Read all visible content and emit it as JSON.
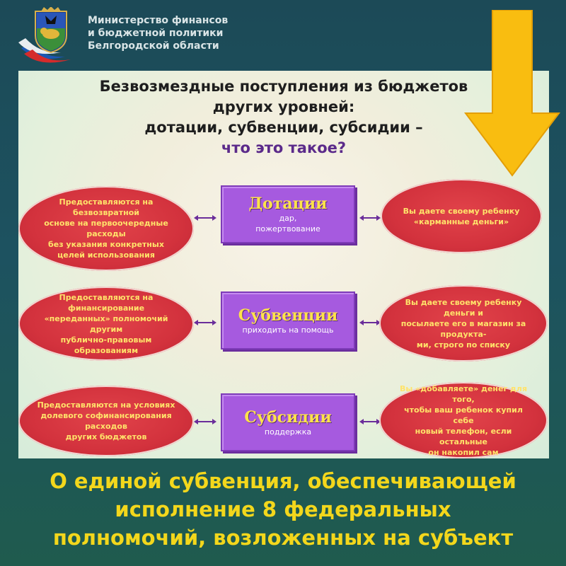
{
  "header": {
    "ministry_lines": [
      "Министерство финансов",
      "и бюджетной политики",
      "Белгородской области"
    ],
    "logo_icon": "belgorod-coat-of-arms-icon"
  },
  "infographic": {
    "title_lines": [
      "Безвозмездные поступления из бюджетов",
      "других уровней:",
      "дотации, субвенции, субсидии –"
    ],
    "title_accent": "что это такое?",
    "rows": [
      {
        "left": [
          "Предоставляются на безвозвратной",
          "основе на первоочередные расходы",
          "без указания конкретных",
          "целей использования"
        ],
        "name": "Дотации",
        "desc": [
          "дар,",
          "пожертвование"
        ],
        "right": [
          "Вы даете своему ребенку",
          "«карманные деньги»"
        ]
      },
      {
        "left": [
          "Предоставляются на финансирование",
          "«переданных» полномочий другим",
          "публично-правовым образованиям"
        ],
        "name": "Субвенции",
        "desc": [
          "приходить на помощь"
        ],
        "right": [
          "Вы даете своему ребенку деньги и",
          "посылаете его в магазин за продукта-",
          "ми, строго по списку"
        ]
      },
      {
        "left": [
          "Предоставляются на условиях",
          "долевого софинансирования расходов",
          "других бюджетов"
        ],
        "name": "Субсидии",
        "desc": [
          "поддержка"
        ],
        "right": [
          "Вы «добавляете» денег для того,",
          "чтобы ваш ребенок купил себе",
          "новый телефон, если остальные",
          "он накопил сам"
        ]
      }
    ]
  },
  "arrow_icon": "down-arrow-icon",
  "colors": {
    "accent_yellow": "#f3d71c",
    "arrow_yellow": "#f9bd10",
    "box_purple": "#a65adf",
    "ellipse_red": "#d3323d"
  },
  "caption_lines": [
    "О единой субвенция, обеспечивающей",
    "исполнение 8 федеральных",
    "полномочий, возложенных на субъект"
  ]
}
